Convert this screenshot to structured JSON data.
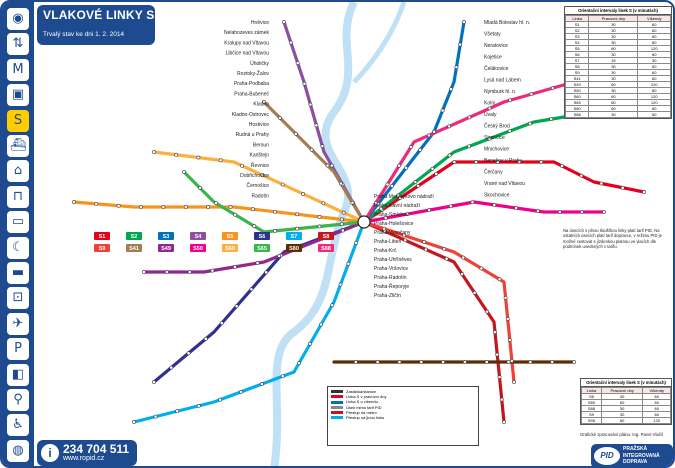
{
  "title": "VLAKOVÉ LINKY S",
  "subtitle": "Trvalý stav ke dni 1. 2. 2014",
  "phone": "234 704 511",
  "web": "www.ropid.cz",
  "pid_logo": "PID",
  "pid_name": [
    "PRAŽSKÁ",
    "INTEGROVANÁ",
    "DOPRAVA"
  ],
  "credit": "Grafické zpracování plánu: Ing. Pavel Vlačil",
  "sidebar_icons": [
    "pid-icon",
    "arrows-icon",
    "metro-icon",
    "train-icon",
    "s-train-icon",
    "ferry-icon",
    "tram-icon",
    "trolley-icon",
    "bus-icon",
    "night-bus-icon",
    "coach-icon",
    "taxi-icon",
    "plane-icon",
    "parking-icon",
    "car-icon",
    "bike-icon",
    "wheelchair-icon",
    "dog-icon"
  ],
  "line_colors": {
    "S1": "#e3001b",
    "S2": "#00a650",
    "S3": "#0072bc",
    "S4": "#8c4f9f",
    "S5": "#f7941d",
    "S6": "#2e3192",
    "S7": "#00aeef",
    "S8": "#c4161c",
    "S9": "#ef4136",
    "S41": "#a57b52",
    "S49": "#92278f",
    "S50": "#ec008c",
    "S60": "#fbb040",
    "S65": "#39b54a",
    "S80": "#5e2d00",
    "S88": "#ee2a7b"
  },
  "stations_left": [
    "Hněvice",
    "Nelahozeves zámek",
    "Kralupy nad Vltavou",
    "Libčice nad Vltavou",
    "Úholičky",
    "Roztoky-Žalov",
    "Praha-Podbaba",
    "Praha-Bubeneč",
    "Kladno",
    "Kladno-Ostrovec",
    "Hostivice",
    "Rudná u Prahy",
    "Beroun",
    "Karlštejn",
    "Řevnice",
    "Dobřichovice",
    "Černošice",
    "Radotín"
  ],
  "stations_center": [
    "Praha Masarykovo nádraží",
    "Praha hlavní nádraží",
    "Praha-Smíchov",
    "Praha-Holešovice",
    "Praha-Vysočany",
    "Praha-Libeň",
    "Praha-Krč",
    "Praha-Uhříněves",
    "Praha-Vršovice",
    "Praha-Radotín",
    "Praha-Řeporyje",
    "Praha-Zličín"
  ],
  "stations_right": [
    "Mladá Boleslav hl. n.",
    "Všetaty",
    "Neratovice",
    "Kojetice",
    "Čelákovice",
    "Lysá nad Labem",
    "Nymburk hl. n.",
    "Kolín",
    "Úvaly",
    "Český Brod",
    "Strančice",
    "Mnichovice",
    "Benešov u Prahy",
    "Čerčany",
    "Vrané nad Vltavou",
    "Skochovice"
  ],
  "line_labels": [
    "S1",
    "S2",
    "S3",
    "S4",
    "S5",
    "S6",
    "S7",
    "S8",
    "S9",
    "S41",
    "S49",
    "S50",
    "S60",
    "S65",
    "S80",
    "S88"
  ],
  "table_top": {
    "caption": "Orientační intervaly linek S (v minutách)",
    "head": [
      "Linka",
      "Pracovní dny",
      "Víkendy"
    ],
    "rows": [
      [
        "S1",
        "30",
        "60"
      ],
      [
        "S2",
        "30",
        "60"
      ],
      [
        "S3",
        "30",
        "60"
      ],
      [
        "S4",
        "30",
        "60"
      ],
      [
        "S5",
        "60",
        "120"
      ],
      [
        "S6",
        "30",
        "60"
      ],
      [
        "S7",
        "15",
        "30"
      ],
      [
        "S8",
        "30",
        "60"
      ],
      [
        "S9",
        "30",
        "60"
      ],
      [
        "S41",
        "30",
        "60"
      ],
      [
        "S49",
        "60",
        "120"
      ],
      [
        "S50",
        "30",
        "60"
      ],
      [
        "S60",
        "60",
        "120"
      ],
      [
        "S65",
        "60",
        "120"
      ],
      [
        "S80",
        "60",
        "60"
      ],
      [
        "S88",
        "30",
        "60"
      ]
    ]
  },
  "table_bottom": {
    "caption": "Orientační intervaly linek S (v minutách)",
    "head": [
      "Linka",
      "Pracovní dny",
      "Víkendy"
    ],
    "rows": [
      [
        "S8",
        "30",
        "60"
      ],
      [
        "S80",
        "60",
        "60"
      ],
      [
        "S88",
        "30",
        "60"
      ],
      [
        "S9",
        "30",
        "60"
      ],
      [
        "S95",
        "60",
        "120"
      ]
    ]
  },
  "note": "Na úsecích s plnou tloušťkou linky platí tarif PID. Na ostatních úsecích platí tarif dopravce, v režimu PID je možné cestovat s jízdenkou platnou ve vlacích dle podmínek uvedených v tarifu.",
  "legend": [
    {
      "color": "#333333",
      "text": "Zastávka/stanice"
    },
    {
      "color": "#e3001b",
      "text": "Linka S v pracovní dny"
    },
    {
      "color": "#0072bc",
      "text": "Linka S o víkendu"
    },
    {
      "color": "#888888",
      "text": "Úsek mimo tarif PID"
    },
    {
      "color": "#c4161c",
      "text": "Přestup na metro"
    },
    {
      "color": "#00aeef",
      "text": "Přestup na jinou linku"
    }
  ]
}
